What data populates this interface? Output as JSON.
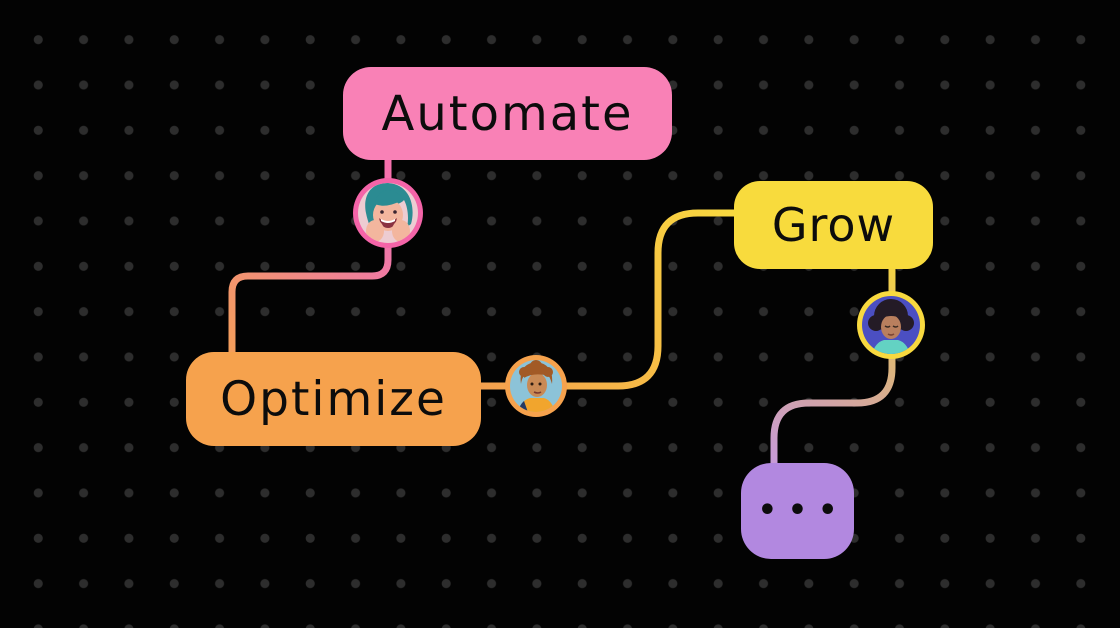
{
  "scene": {
    "background_color": "#030303",
    "dot_color": "#2d2d2d"
  },
  "nodes": {
    "automate": {
      "label": "Automate",
      "color": "#f981b6"
    },
    "optimize": {
      "label": "Optimize",
      "color": "#f6a24d"
    },
    "grow": {
      "label": "Grow",
      "color": "#f8db3d"
    },
    "more": {
      "label": "•••",
      "color": "#b288e0"
    }
  },
  "avatars": {
    "automate_contact": {
      "icon": "smiling-teal-hair-person-avatar",
      "ring_color": "#f464a8",
      "bg_color": "#edccd2"
    },
    "optimize_contact": {
      "icon": "curly-hair-person-blue-bg-avatar",
      "ring_color": "#f6a24d",
      "bg_color": "#8cc3d8"
    },
    "grow_contact": {
      "icon": "afro-person-violet-bg-avatar",
      "ring_color": "#f8d93f",
      "bg_color": "#4b4fc2"
    }
  },
  "connectors": {
    "automate_to_avatar": {
      "color": "#f671ad"
    },
    "avatar_to_optimize": {
      "gradient": [
        "#ef76ab",
        "#f49e5a"
      ]
    },
    "optimize_to_grow": {
      "gradient": [
        "#f5a04e",
        "#f7c045",
        "#f8d93f"
      ]
    },
    "grow_to_more": {
      "gradient": [
        "#f4d343",
        "#ddb57d",
        "#d1a3a8",
        "#c89bd8"
      ]
    }
  }
}
